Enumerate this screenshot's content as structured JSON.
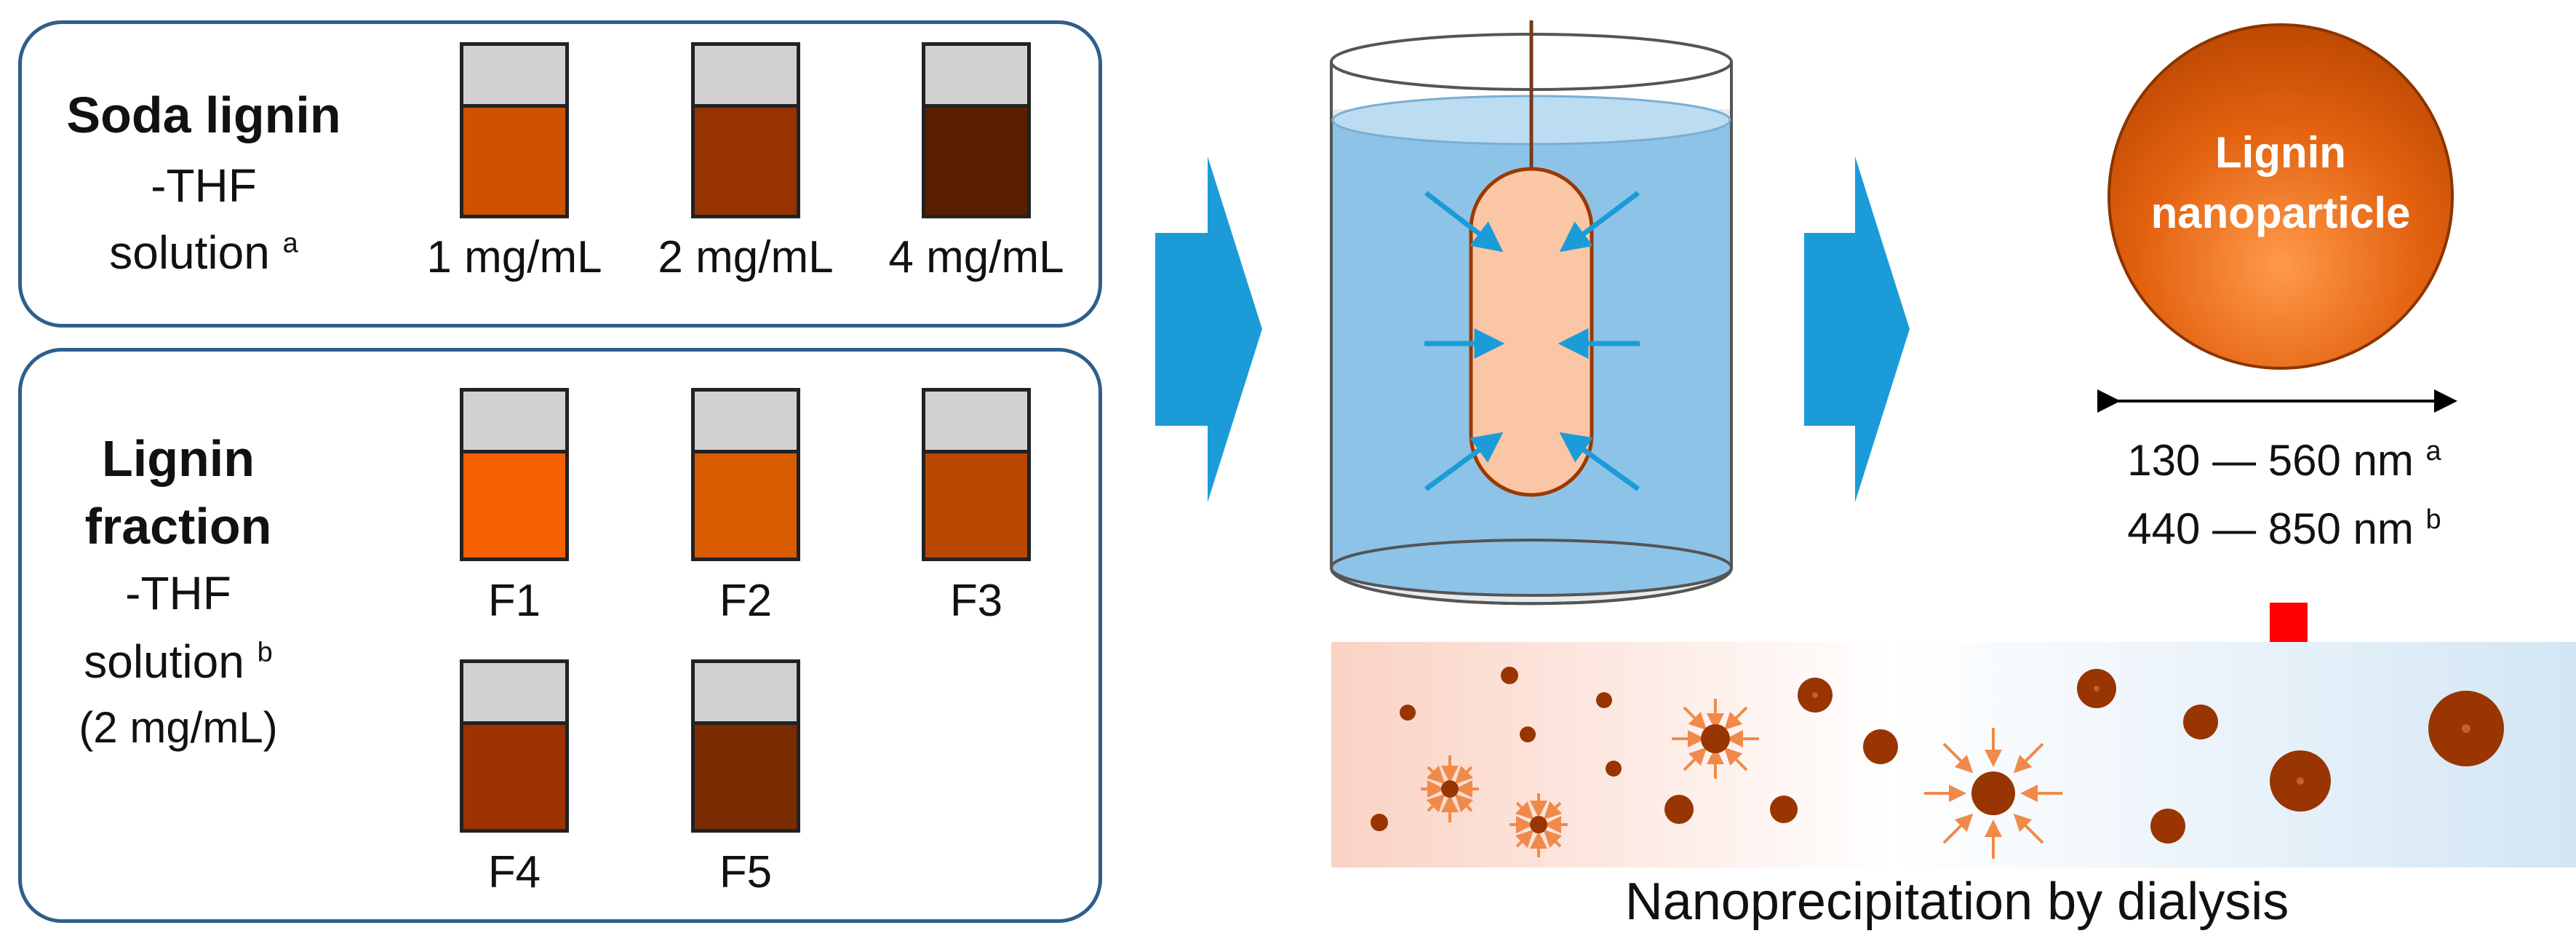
{
  "panel_top": {
    "title": "Soda lignin",
    "line2": "-THF",
    "line3": "solution",
    "line3_sup": "a",
    "vials": [
      {
        "label": "1 mg/mL",
        "color": "#cf5200"
      },
      {
        "label": "2 mg/mL",
        "color": "#973300"
      },
      {
        "label": "4 mg/mL",
        "color": "#5a1f00"
      }
    ]
  },
  "panel_bottom": {
    "title_line1": "Lignin",
    "title_line2": "fraction",
    "line3": "-THF",
    "line4": "solution",
    "line4_sup": "b",
    "line5": "(2 mg/mL)",
    "vials": [
      {
        "label": "F1",
        "color": "#f56000"
      },
      {
        "label": "F2",
        "color": "#d95c00"
      },
      {
        "label": "F3",
        "color": "#b84800"
      },
      {
        "label": "F4",
        "color": "#9c3300"
      },
      {
        "label": "F5",
        "color": "#7a2c00"
      }
    ]
  },
  "nanoparticle": {
    "label_line1": "Lignin",
    "label_line2": "nanoparticle",
    "size_a": "130 — 560 nm",
    "size_a_sup": "a",
    "size_b": "440 — 850 nm",
    "size_b_sup": "b"
  },
  "dialysis_caption": "Nanoprecipitation by dialysis",
  "colors": {
    "panel_border": "#2f5f8a",
    "flow_arrow": "#1b9cd8",
    "water": "#8ec3e8",
    "particle": "#983500",
    "down_arrow": "#ff0000"
  }
}
